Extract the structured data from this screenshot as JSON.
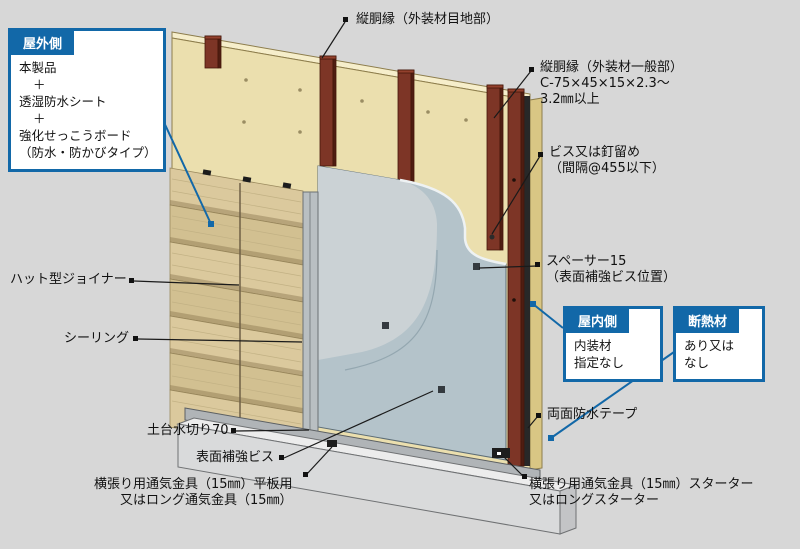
{
  "colors": {
    "background": "#d7d7d7",
    "accent_blue": "#1268a8",
    "furring_maroon": "#7d3526",
    "board_cream": "#ebdfae",
    "sheet_gray": "#b4c3ca",
    "wood_tan": "#d9c89c",
    "base_gray": "#d9dadb"
  },
  "callouts": {
    "outdoor": {
      "title": "屋外側",
      "lines": [
        "本製品",
        "＋",
        "透湿防水シート",
        "＋",
        "強化せっこうボード",
        "（防水・防かびタイプ）"
      ]
    },
    "indoor": {
      "title": "屋内側",
      "lines": [
        "内装材",
        "指定なし"
      ]
    },
    "insulation": {
      "title": "断熱材",
      "lines": [
        "あり又は",
        "なし"
      ]
    }
  },
  "labels": {
    "joint_furring": "縦胴縁（外装材目地部）",
    "general_furring": [
      "縦胴縁（外装材一般部）",
      "C-75×45×15×2.3～",
      "3.2㎜以上"
    ],
    "screw_nail": [
      "ビス又は釘留め",
      "（間隔@455以下）"
    ],
    "spacer": [
      "スペーサー15",
      "（表面補強ビス位置）"
    ],
    "tape": "両面防水テープ",
    "hat_joiner": "ハット型ジョイナー",
    "sealing": "シーリング",
    "flashing": "土台水切り70",
    "surface_screw": "表面補強ビス",
    "vent_left": [
      "横張り用通気金具（15㎜）平板用",
      "又はロング通気金具（15㎜）"
    ],
    "vent_right": [
      "横張り用通気金具（15㎜）スターター",
      "又はロングスターター"
    ]
  }
}
